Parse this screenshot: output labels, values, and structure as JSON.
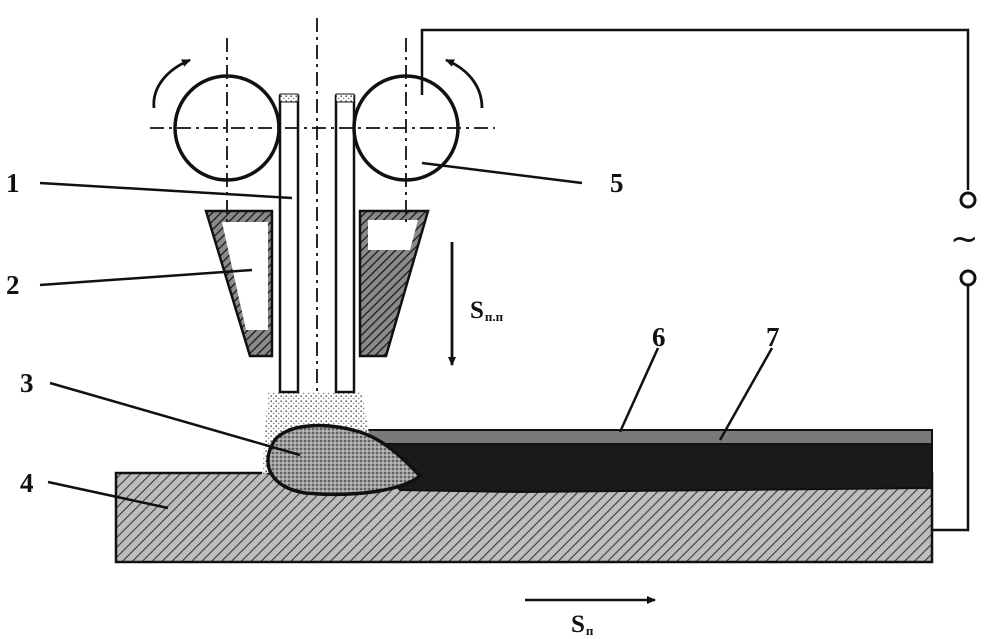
{
  "labels": {
    "wire": "1",
    "flux_hopper": "2",
    "weld_pool": "3",
    "base_metal": "4",
    "feed_rollers": "5",
    "slag_crust": "6",
    "weld_bead": "7"
  },
  "symbols": {
    "wire_feed_speed": "S",
    "wire_feed_speed_subscript": "п.п",
    "travel_speed": "S",
    "travel_speed_subscript": "п",
    "ac_supply": "~"
  }
}
